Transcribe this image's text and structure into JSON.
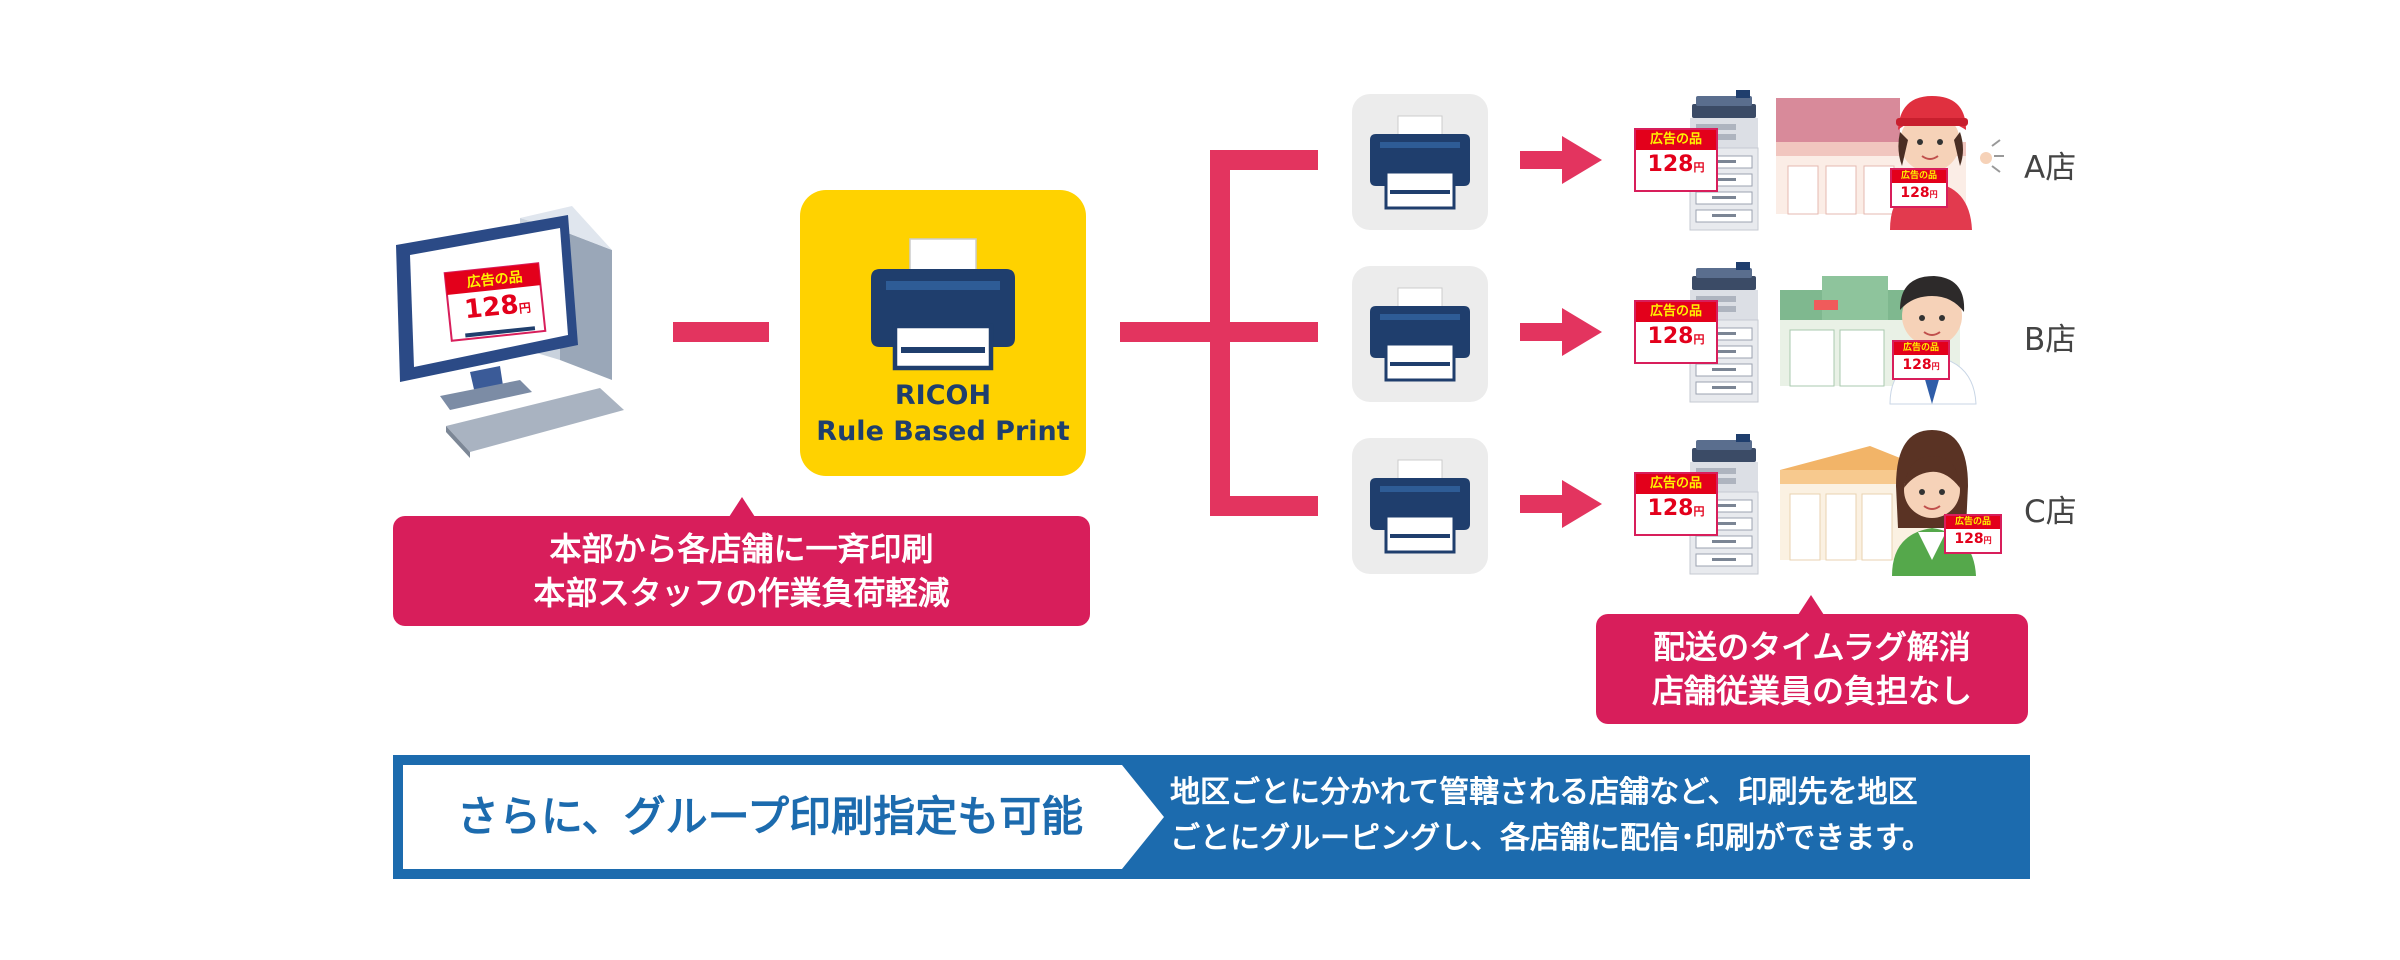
{
  "central": {
    "brand": "RICOH",
    "product": "Rule Based Print"
  },
  "pc_tag": {
    "top": "広告の品",
    "price": "128",
    "unit": "円"
  },
  "store_tag": {
    "top": "広告の品",
    "price": "128",
    "unit": "円"
  },
  "callout_hq": {
    "line1": "本部から各店舗に一斉印刷",
    "line2": "本部スタッフの作業負荷軽減"
  },
  "callout_store": {
    "line1": "配送のタイムラグ解消",
    "line2": "店舗従業員の負担なし"
  },
  "stores": [
    {
      "label": "A店"
    },
    {
      "label": "B店"
    },
    {
      "label": "C店"
    }
  ],
  "banner": {
    "headline": "さらに、グループ印刷指定も可能",
    "line1": "地区ごとに分かれて管轄される店舗など、印刷先を地区",
    "line2": "ごとにグルーピングし、各店舗に配信･印刷ができます。"
  },
  "colors": {
    "accent": "#E3345F",
    "callout": "#D81E5B",
    "yellow": "#FFD200",
    "navy": "#1F3E6D",
    "banner": "#1C6BAE",
    "printer_tile": "#ECECEC"
  }
}
